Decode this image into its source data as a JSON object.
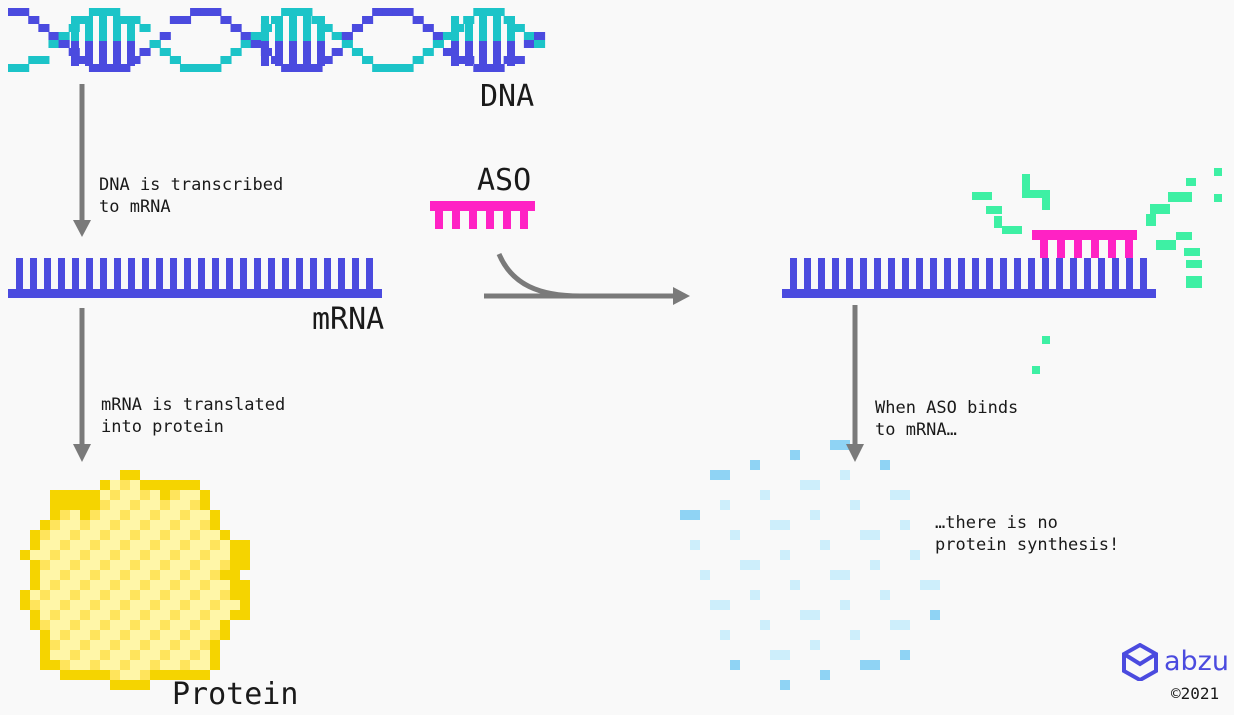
{
  "labels": {
    "dna": "DNA",
    "aso": "ASO",
    "mrna": "mRNA",
    "protein": "Protein"
  },
  "notes": {
    "transcription": [
      "DNA is transcribed",
      "to mRNA"
    ],
    "translation": [
      "mRNA is translated",
      "into protein"
    ],
    "binding": [
      "When ASO binds",
      "to mRNA…"
    ],
    "result": [
      "…there is no",
      "protein synthesis!"
    ]
  },
  "brand": {
    "name": "abzu",
    "icon": "abzu-logo-icon",
    "copyright": "©2021"
  },
  "colors": {
    "dna_strand_a": "#4b4bdf",
    "dna_strand_b": "#1cc4c8",
    "mrna": "#4b4bdf",
    "aso": "#ff22c4",
    "arrow": "#7a7a7a",
    "protein_outline": "#f5d400",
    "protein_fill": "#fff6a8",
    "ghost_protein": "#8fd3f4",
    "fragments": "#3ef0a4"
  }
}
